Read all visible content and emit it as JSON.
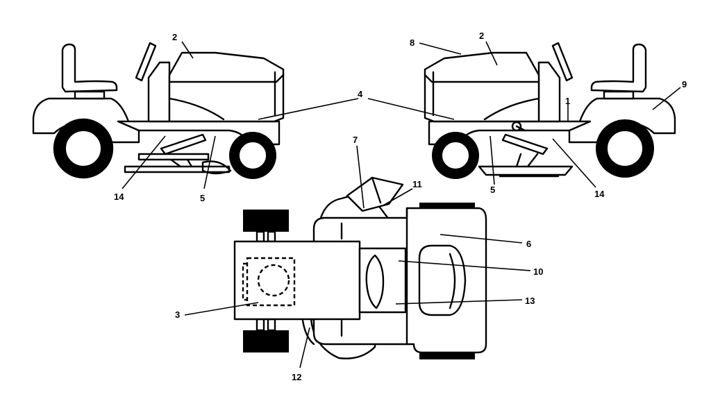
{
  "callouts": {
    "c1": "1",
    "c2a": "2",
    "c2b": "2",
    "c3": "3",
    "c4": "4",
    "c5a": "5",
    "c5b": "5",
    "c6": "6",
    "c7": "7",
    "c8": "8",
    "c9": "9",
    "c10": "10",
    "c11": "11",
    "c12": "12",
    "c13": "13",
    "c14a": "14",
    "c14b": "14"
  }
}
